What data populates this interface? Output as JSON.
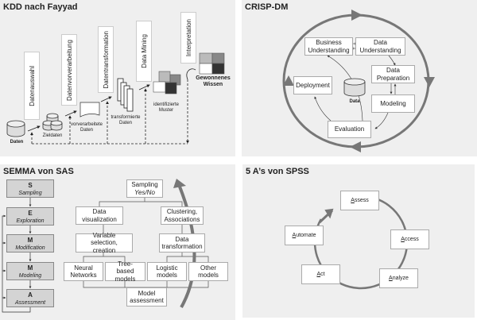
{
  "kdd": {
    "title": "KDD nach Fayyad",
    "steps": [
      "Datenauswahl",
      "Datenvorverarbeitung",
      "Datentransformation",
      "Data Mining",
      "Interpretation"
    ],
    "artifacts": [
      "Daten",
      "Zieldaten",
      "vorverarbeitete Daten",
      "transformierte Daten",
      "identifizierte Muster",
      "Gewonnenes Wissen"
    ]
  },
  "crisp": {
    "title": "CRISP-DM",
    "phases": [
      "Business Understanding",
      "Data Understanding",
      "Data Preparation",
      "Modeling",
      "Evaluation",
      "Deployment"
    ],
    "center": "Data"
  },
  "semma": {
    "title": "SEMMA von SAS",
    "steps": [
      {
        "letter": "S",
        "name": "Sampling"
      },
      {
        "letter": "E",
        "name": "Exploration"
      },
      {
        "letter": "M",
        "name": "Modification"
      },
      {
        "letter": "M",
        "name": "Modeling"
      },
      {
        "letter": "A",
        "name": "Assessment"
      }
    ],
    "tree": {
      "sampling": [
        "Sampling",
        "Yes/No"
      ],
      "data_visualization": "Data visualization",
      "clustering": "Clustering, Associations",
      "variable_selection": "Variable selection, creation",
      "data_transformation": "Data transformation",
      "neural": "Neural Networks",
      "tree_based": "Tree-based models",
      "logistic": "Logistic models",
      "other": "Other models",
      "model_assessment": "Model assessment"
    }
  },
  "spss": {
    "title": "5 A’s von SPSS",
    "steps": [
      "Assess",
      "Access",
      "Analyze",
      "Act",
      "Automate"
    ]
  },
  "colors": {
    "panel": "#efefef",
    "arrow": "#777777"
  }
}
